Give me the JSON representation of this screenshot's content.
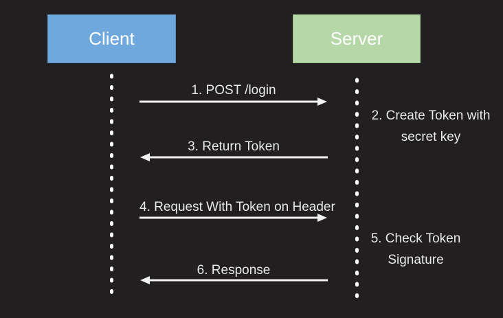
{
  "diagram": {
    "type": "sequence-diagram",
    "background_color": "#211f20",
    "line_color": "#f2f2f2",
    "label_text_color": "#e9e9e9",
    "actors": [
      {
        "id": "client",
        "label": "Client",
        "fill_color": "#6fa8dc",
        "text_color": "#ffffff"
      },
      {
        "id": "server",
        "label": "Server",
        "fill_color": "#b6d7a8",
        "text_color": "#ffffff"
      }
    ],
    "messages": [
      {
        "step": 1,
        "label": "1. POST /login",
        "from": "client",
        "to": "server",
        "direction": "right"
      },
      {
        "step": 3,
        "label": "3. Return Token",
        "from": "server",
        "to": "client",
        "direction": "left"
      },
      {
        "step": 4,
        "label": "4. Request With Token on Header",
        "from": "client",
        "to": "server",
        "direction": "right"
      },
      {
        "step": 6,
        "label": "6. Response",
        "from": "server",
        "to": "client",
        "direction": "left"
      }
    ],
    "notes": [
      {
        "step": 2,
        "actor": "server",
        "lines": [
          "2. Create Token with",
          "secret key"
        ]
      },
      {
        "step": 5,
        "actor": "server",
        "lines": [
          "5. Check Token",
          "Signature"
        ]
      }
    ]
  }
}
